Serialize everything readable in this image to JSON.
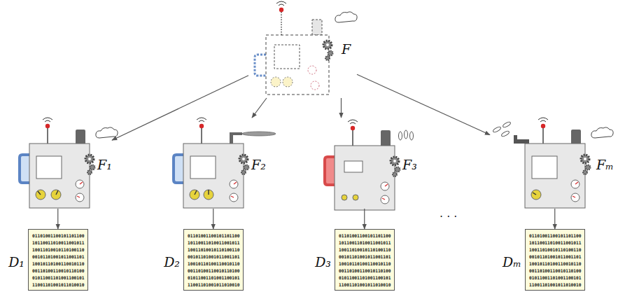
{
  "diagram": {
    "nodes": [
      {
        "text": [
          "F"
        ]
      },
      {
        "text": [
          "F₁"
        ]
      },
      {
        "text": [
          "F₂"
        ]
      },
      {
        "text": [
          "F₃"
        ]
      },
      {
        "text": [
          "Fₘ"
        ]
      },
      {
        "text": [
          "D₁",
          "01101001100101101100 10110011010011001011 10011010010110100110 00101101001011001101 10010110100110010110 00110100110010110100 01011001101001100101 11001101001011010010"
        ]
      },
      {
        "text": [
          "D₂",
          "01101001100101101100 10110011010011001011 10011010010110100110 00101101001011001101 10010110100110010110 00110100110010110100 01011001101001100101 11001101001011010010"
        ]
      },
      {
        "text": [
          "D₃",
          "01101001100101101100 10110011010011001011 10011010010110100110 00101101001011001101 10010110100110010110 00110100110010110100 01011001101001100101 11001101001011010010"
        ]
      },
      {
        "text": [
          "Dₘ",
          "01101001100101101100 10110011010011001011 10011010010110100110 00101101001011001101 10010110100110010110 00110100110010110100 01011001101001100101 11001101001011010010"
        ]
      }
    ],
    "edges": [
      {
        "from": 0,
        "to": 1,
        "arrow": "to"
      },
      {
        "from": 0,
        "to": 2,
        "arrow": "to"
      },
      {
        "from": 0,
        "to": 3,
        "arrow": "to"
      },
      {
        "from": 0,
        "to": 4,
        "arrow": "to"
      },
      {
        "from": 1,
        "to": 5,
        "arrow": "to"
      },
      {
        "from": 2,
        "to": 6,
        "arrow": "to"
      },
      {
        "from": 3,
        "to": 7,
        "arrow": "to"
      },
      {
        "from": 4,
        "to": 8,
        "arrow": "to"
      }
    ],
    "labels": [
      "· · ·"
    ]
  }
}
